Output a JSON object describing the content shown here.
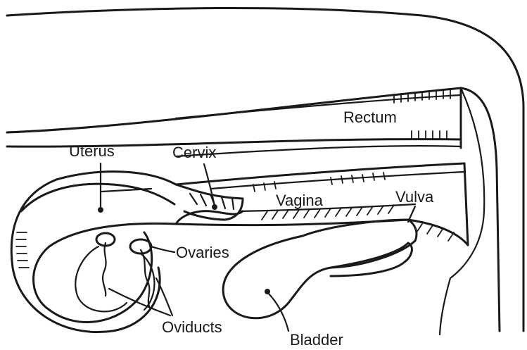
{
  "diagram": {
    "labels": {
      "uterus": "Uterus",
      "cervix": "Cervix",
      "rectum": "Rectum",
      "vagina": "Vagina",
      "vulva": "Vulva",
      "ovaries": "Ovaries",
      "oviducts": "Oviducts",
      "bladder": "Bladder"
    }
  }
}
